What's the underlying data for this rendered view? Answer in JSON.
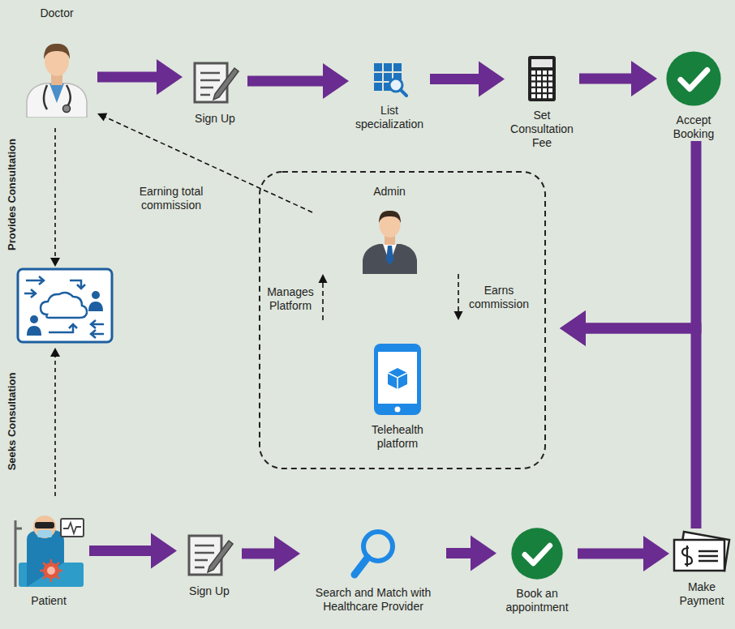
{
  "diagram": {
    "nodes": [
      {
        "text": [
          "Doctor"
        ]
      },
      {
        "text": [
          "Sign Up"
        ]
      },
      {
        "text": [
          "List specialization"
        ]
      },
      {
        "text": [
          "Set Consultation Fee"
        ]
      },
      {
        "text": [
          "Accept Booking"
        ]
      },
      {
        "text": [
          "Admin"
        ]
      },
      {
        "text": [
          "Telehealth platform"
        ]
      },
      {
        "text": [
          "Patient"
        ]
      },
      {
        "text": [
          "Sign Up"
        ]
      },
      {
        "text": [
          "Search and Match with Healthcare Provider"
        ]
      },
      {
        "text": [
          "Book an appointment"
        ]
      },
      {
        "text": [
          "Make Payment"
        ]
      }
    ],
    "edges": [
      {
        "from": 0,
        "to": 1,
        "arrow": "to"
      },
      {
        "from": 1,
        "to": 2,
        "arrow": "to"
      },
      {
        "from": 2,
        "to": 3,
        "arrow": "to"
      },
      {
        "from": 3,
        "to": 4,
        "arrow": "to"
      },
      {
        "from": 4,
        "to": 6,
        "arrow": "to"
      },
      {
        "from": 7,
        "to": 8,
        "arrow": "to"
      },
      {
        "from": 8,
        "to": 9,
        "arrow": "to"
      },
      {
        "from": 9,
        "to": 10,
        "arrow": "to"
      },
      {
        "from": 10,
        "to": 11,
        "arrow": "to"
      },
      {
        "from": 11,
        "to": 6,
        "arrow": "to"
      },
      {
        "from": 5,
        "to": 0,
        "label": "Earning total commission",
        "arrow": "to"
      },
      {
        "from": 6,
        "to": 5,
        "label": "Manages Platform",
        "arrow": "to"
      },
      {
        "from": 5,
        "to": 6,
        "label": "Earns commission",
        "arrow": "to"
      }
    ],
    "labels": [
      "Provides Consultation",
      "Seeks Consultation"
    ]
  }
}
